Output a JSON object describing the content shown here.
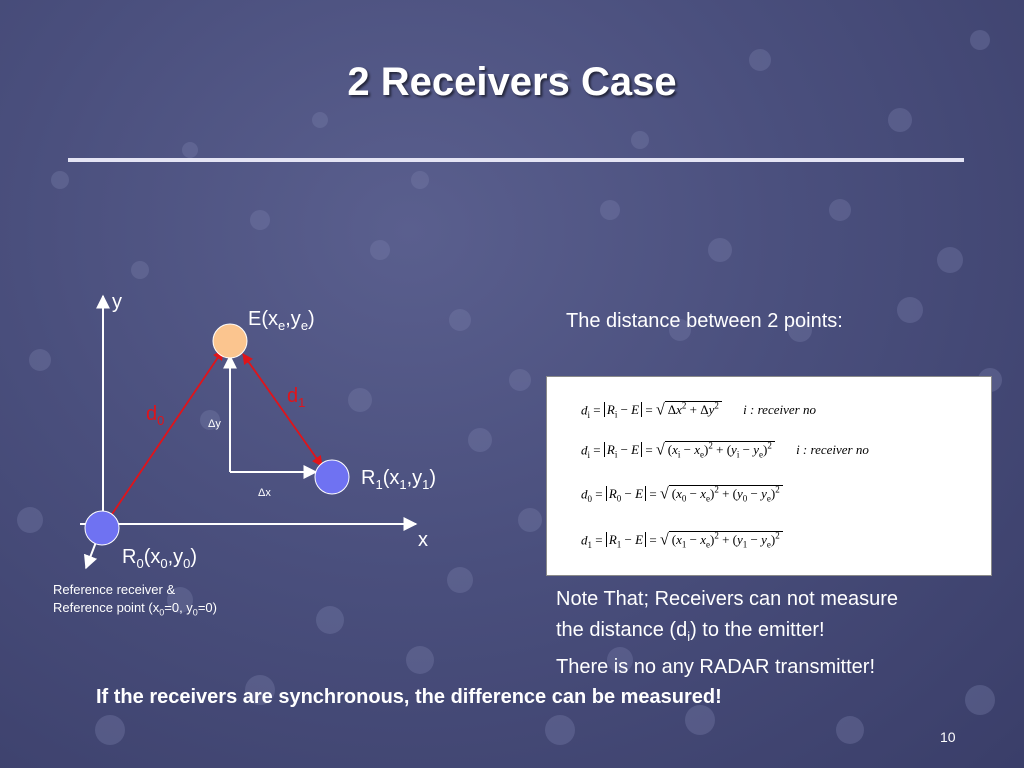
{
  "slide": {
    "title": "2 Receivers Case",
    "page_number": "10"
  },
  "diagram": {
    "axis_y_label": "y",
    "axis_x_label": "x",
    "emitter": {
      "base": "E",
      "open": "(x",
      "sub1": "e",
      "comma": ",y",
      "sub2": "e",
      "close": ")"
    },
    "receiver1": {
      "base": "R",
      "base_sub": "1",
      "open": "(x",
      "sub1": "1",
      "comma": ",y",
      "sub2": "1",
      "close": ")"
    },
    "receiver0": {
      "base": "R",
      "base_sub": "0",
      "open": "(x",
      "sub1": "0",
      "comma": ",y",
      "sub2": "0",
      "close": ")"
    },
    "d0": {
      "base": "d",
      "sub": "0"
    },
    "d1": {
      "base": "d",
      "sub": "1"
    },
    "delta_y": "Δy",
    "delta_x": "Δx",
    "colors": {
      "emitter_fill": "#fbc58f",
      "receiver_fill": "#6f72f2",
      "distance_line": "#e0141a",
      "axis": "#ffffff"
    }
  },
  "reference_note": {
    "line1": "Reference receiver &",
    "line2_a": "Reference point (x",
    "line2_sub1": "0",
    "line2_b": "=0, y",
    "line2_sub2": "0",
    "line2_c": "=0)"
  },
  "distance_label": "The distance between 2 points:",
  "equations": {
    "eq1": "d_i = |R_i − E| = √(Δx² + Δy²)   i : receiver no",
    "eq2": "d_i = |R_i − E| = √((x_i − x_e)² + (y_i − y_e)²)   i : receiver no",
    "eq3": "d_0 = |R_0 − E| = √((x_0 − x_e)² + (y_0 − y_e)²)",
    "eq4": "d_1 = |R_1 − E| = √((x_1 − x_e)² + (y_1 − y_e)²)",
    "note_label": "i : receiver no"
  },
  "note": {
    "line1": "Note That; Receivers can not measure",
    "line2_a": "the distance (d",
    "line2_sub": "i",
    "line2_b": ") to the emitter!",
    "line3": "There is no any RADAR transmitter!"
  },
  "bottom_line": "If the receivers are synchronous, the difference can be measured!"
}
